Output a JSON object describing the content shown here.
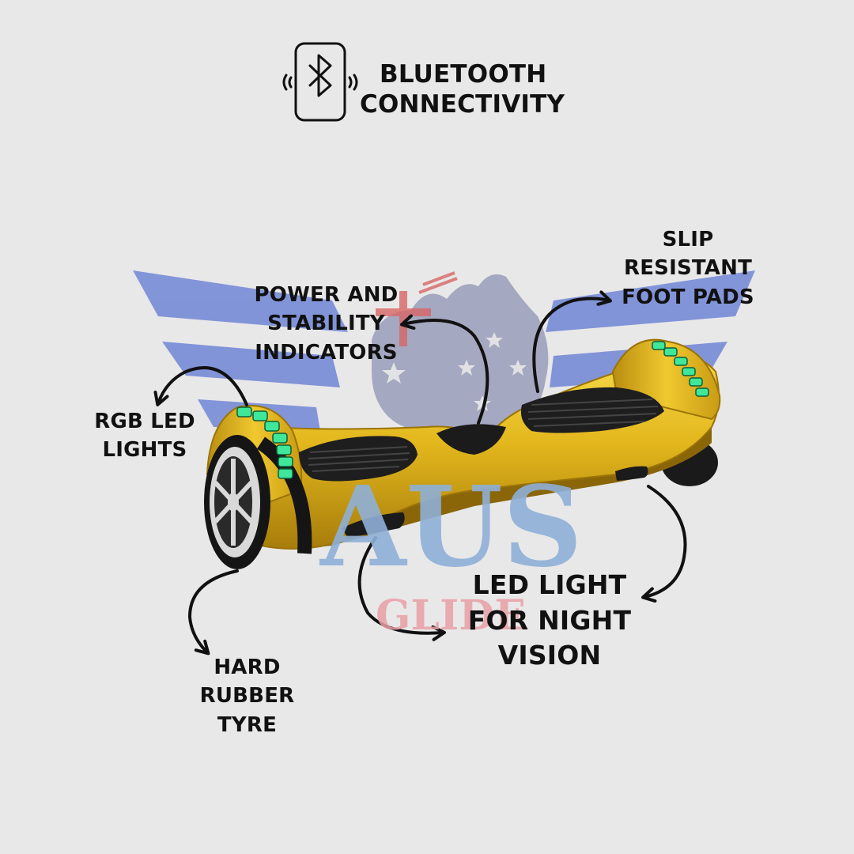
{
  "colors": {
    "background": "#e8e8e8",
    "text": "#111111",
    "board_gold": "#e3b71d",
    "led_green": "#3ee79a",
    "watermark_blue": "#6f86d4",
    "watermark_light_blue": "#8fb0d8",
    "watermark_pink": "#e9a0a6",
    "watermark_red": "#d75b5b"
  },
  "icons": {
    "bluetooth": "bluetooth-phone-icon"
  },
  "watermark": {
    "line1": "AUS",
    "line2": "GLIDE"
  },
  "callouts": {
    "bluetooth": {
      "lines": [
        "BLUETOOTH",
        "CONNECTIVITY"
      ]
    },
    "power": {
      "lines": [
        "POWER AND",
        "STABILITY",
        "INDICATORS"
      ]
    },
    "slip": {
      "lines": [
        "SLIP",
        "RESISTANT",
        "FOOT PADS"
      ]
    },
    "rgb": {
      "lines": [
        "RGB LED",
        "LIGHTS"
      ]
    },
    "tyre": {
      "lines": [
        "HARD",
        "RUBBER",
        "TYRE"
      ]
    },
    "led": {
      "lines": [
        "LED LIGHT",
        "FOR NIGHT",
        "VISION"
      ]
    }
  }
}
